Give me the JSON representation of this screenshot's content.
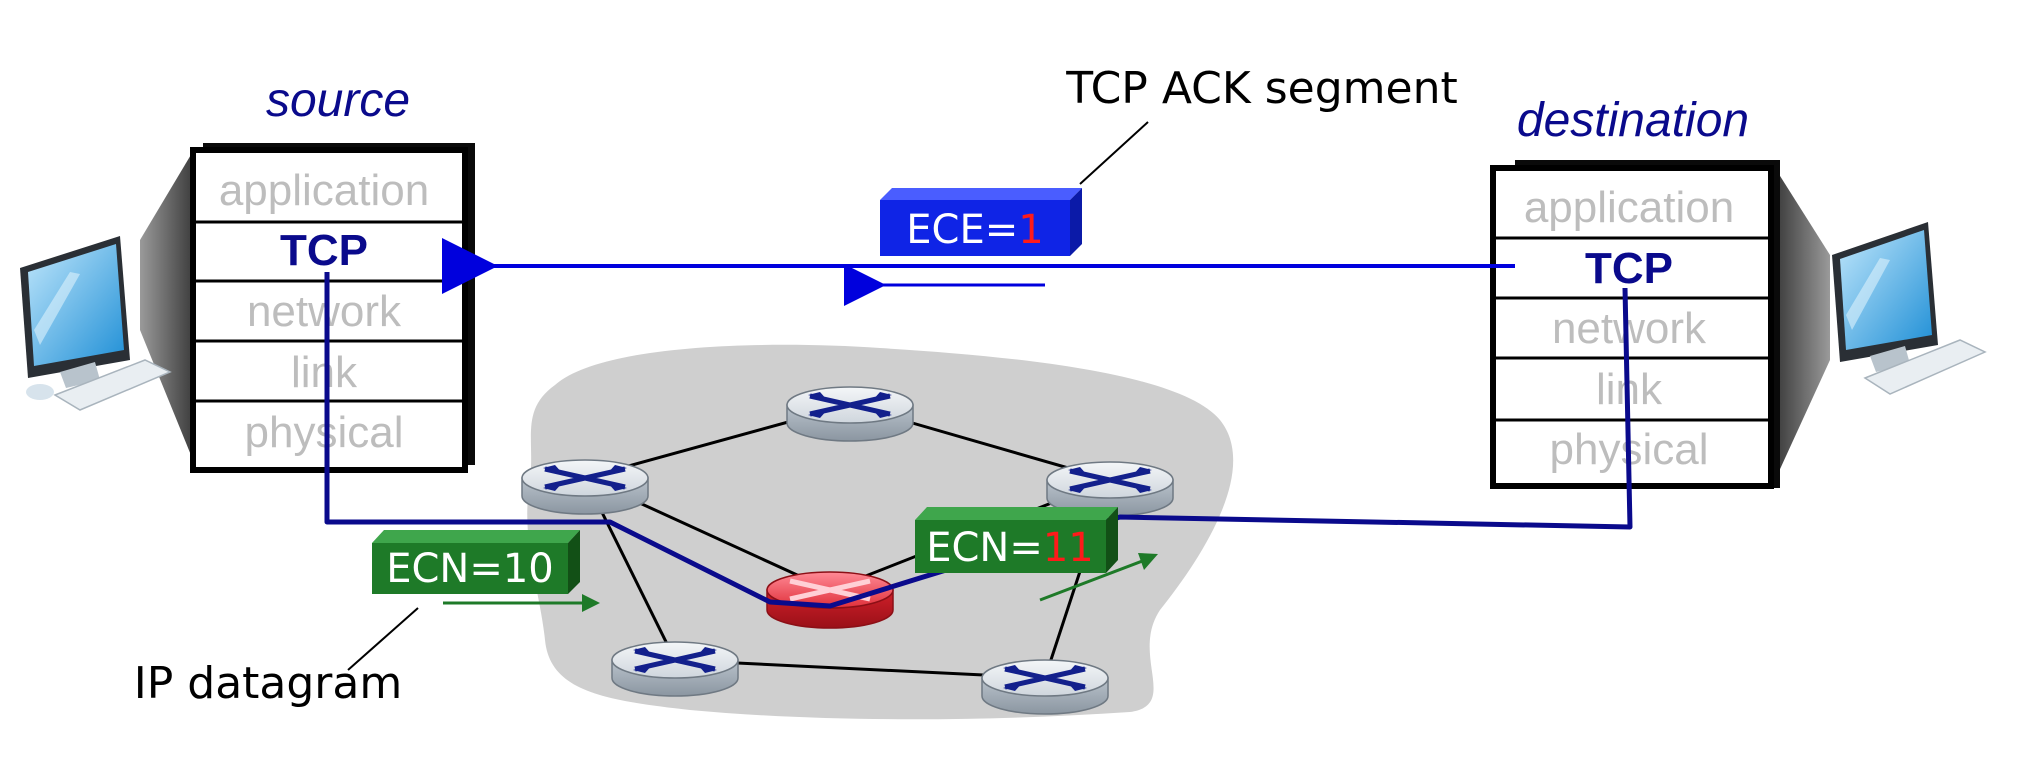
{
  "source": {
    "title": "source",
    "layers": [
      "application",
      "TCP",
      "network",
      "link",
      "physical"
    ]
  },
  "destination": {
    "title": "destination",
    "layers": [
      "application",
      "TCP",
      "network",
      "link",
      "physical"
    ]
  },
  "ack_segment": {
    "label": "TCP ACK segment",
    "tag_prefix": "ECE=",
    "tag_value": "1"
  },
  "datagram_in": {
    "tag_prefix": "ECN=",
    "tag_value": "10"
  },
  "datagram_out": {
    "tag_prefix": "ECN=",
    "tag_value": "11"
  },
  "ip_datagram_label": "IP datagram",
  "colors": {
    "path_blue": "#0a0a8c",
    "ack_blue": "#0000dd",
    "congested_router": "#e0303a",
    "ecn_green": "#1e7a28",
    "highlight_red": "#ff1a1a",
    "network_cloud": "#cfcfcf"
  }
}
